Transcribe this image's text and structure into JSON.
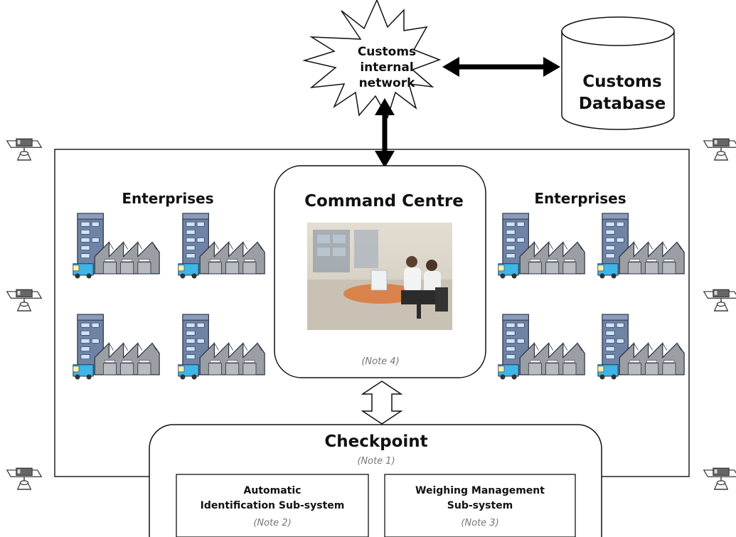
{
  "network": {
    "line1": "Customs",
    "line2": "internal",
    "line3": "network"
  },
  "database": {
    "line1": "Customs",
    "line2": "Database"
  },
  "enterprises_left": {
    "label": "Enterprises"
  },
  "enterprises_right": {
    "label": "Enterprises"
  },
  "command_centre": {
    "title": "Command Centre",
    "note": "(Note 4)"
  },
  "checkpoint": {
    "title": "Checkpoint",
    "note": "(Note 1)",
    "subsystem_a": {
      "line1": "Automatic",
      "line2": "Identification Sub-system",
      "note": "(Note 2)"
    },
    "subsystem_b": {
      "line1": "Weighing Management",
      "line2": "Sub-system",
      "note": "(Note 3)"
    }
  },
  "icons": {
    "camera": "cctv-camera-icon",
    "factory": "factory-building-icon",
    "photo": "control-room-photo"
  },
  "colors": {
    "building_blue": "#6f83a4",
    "window_light": "#cfe3ff",
    "roof_gray": "#9b9ea3",
    "truck_cyan": "#3fb5e8",
    "arrow": "#000000"
  }
}
